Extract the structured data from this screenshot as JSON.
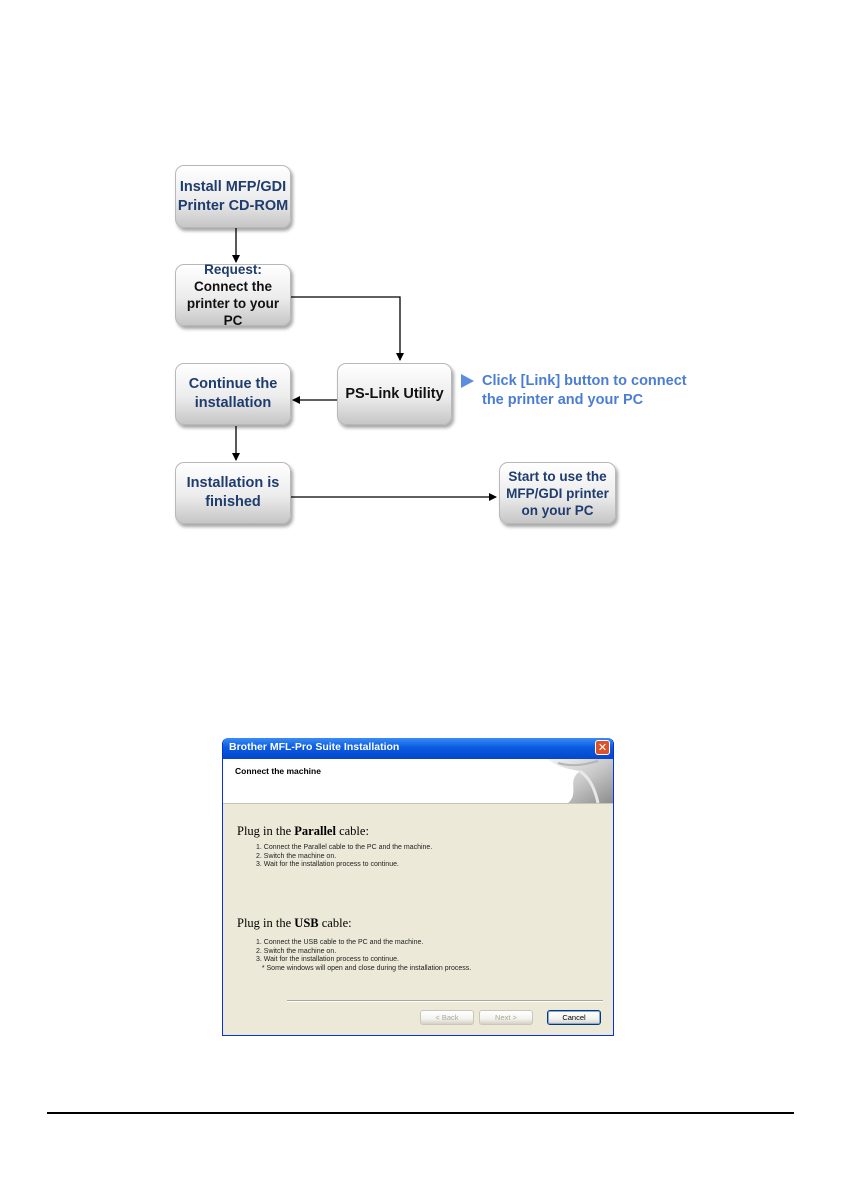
{
  "flowchart": {
    "box_install": [
      "Install MFP/GDI",
      "Printer CD-ROM"
    ],
    "box_request": {
      "heading": "Request:",
      "lines": [
        "Connect the",
        "printer to your PC"
      ]
    },
    "box_pslink": "PS-Link Utility",
    "box_continue": [
      "Continue the",
      "installation"
    ],
    "box_finished": [
      "Installation is",
      "finished"
    ],
    "box_start": [
      "Start to use the",
      "MFP/GDI printer",
      "on your PC"
    ],
    "callout": [
      "Click [Link] button to connect",
      "the printer and your PC"
    ],
    "colors": {
      "heading_text": "#1f3c6e",
      "callout_text": "#4a7dd4",
      "callout_arrow": "#5b8de0"
    },
    "icons": {
      "callout_arrow": "play-triangle-icon"
    }
  },
  "dialog": {
    "title": "Brother MFL-Pro Suite Installation",
    "header": "Connect the machine",
    "close_glyph": "✕",
    "sections": [
      {
        "title_plain_1": "Plug in the ",
        "title_bold": "Parallel",
        "title_plain_2": " cable:",
        "steps": [
          "1. Connect  the Parallel cable to the PC and the machine.",
          "2. Switch the machine on.",
          "3. Wait for the installation process to continue."
        ]
      },
      {
        "title_plain_1": "Plug in the ",
        "title_bold": "USB",
        "title_plain_2": " cable:",
        "steps": [
          "1. Connect  the USB cable to the PC and the machine.",
          "2. Switch the machine on.",
          "3. Wait for the installation process to continue.",
          "   * Some windows will open and close during the installation process."
        ]
      }
    ],
    "buttons": {
      "back": "< Back",
      "next": "Next >",
      "cancel": "Cancel"
    },
    "colors": {
      "titlebar": "#0a5be0",
      "face": "#ece9d8",
      "close": "#d9542c"
    }
  }
}
